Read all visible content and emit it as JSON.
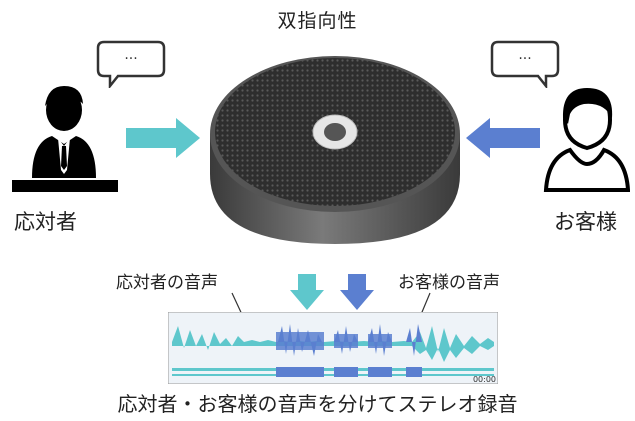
{
  "title": "双指向性",
  "left_label": "応対者",
  "right_label": "お客様",
  "left_bubble": "···",
  "right_bubble": "···",
  "wave_label_left": "応対者の音声",
  "wave_label_right": "お客様の音声",
  "wave_time": "00:00",
  "caption": "応対者・お客様の音声を分けてステレオ録音",
  "colors": {
    "teal": "#5ec7cc",
    "blue": "#5b7fd0",
    "device_body": "#5a5a5a",
    "device_top": "#3a3a3a"
  }
}
